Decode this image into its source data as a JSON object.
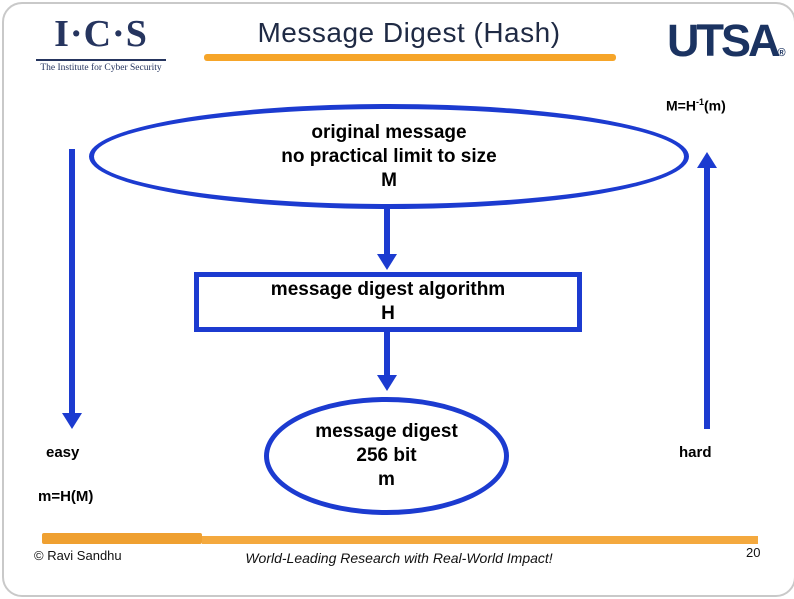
{
  "header": {
    "title": "Message Digest (Hash)",
    "ics": {
      "acronym": "I·C·S",
      "subtitle": "The Institute for Cyber Security"
    },
    "utsa": {
      "wordmark": "UTSA",
      "reg": "®"
    }
  },
  "diagram": {
    "top_ellipse": {
      "line1": "original message",
      "line2": "no practical limit to size",
      "line3": "M"
    },
    "algorithm_box": {
      "line1": "message digest algorithm",
      "line2": "H"
    },
    "bottom_ellipse": {
      "line1": "message digest",
      "line2": "256 bit",
      "line3": "m"
    },
    "labels": {
      "easy": "easy",
      "hard": "hard",
      "left_formula": "m=H(M)",
      "right_formula": {
        "base": "M=H",
        "sup": "-1",
        "rest": "(m)"
      }
    }
  },
  "footer": {
    "copyright": "© Ravi  Sandhu",
    "tagline": "World-Leading Research with Real-World Impact!",
    "page_number": "20"
  },
  "colors": {
    "shape_blue": "#1c3bd0",
    "accent_orange": "#f6a529",
    "title_navy": "#1f2a44",
    "logo_navy": "#1b3361"
  }
}
